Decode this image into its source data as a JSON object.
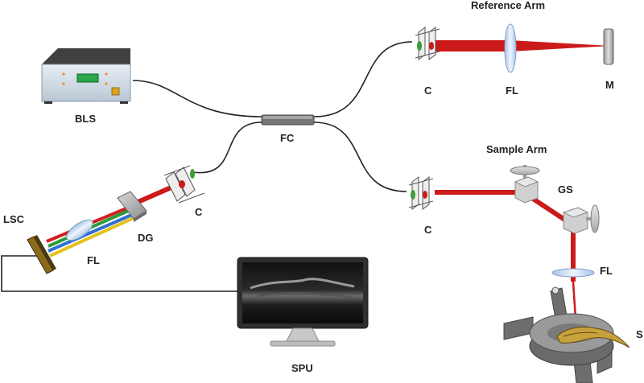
{
  "labels": {
    "reference_arm": "Reference Arm",
    "sample_arm": "Sample Arm",
    "bls": "BLS",
    "fc": "FC",
    "c_ref": "C",
    "fl_ref": "FL",
    "m": "M",
    "c_sample": "C",
    "gs": "GS",
    "fl_sample": "FL",
    "s": "S",
    "c_spec": "C",
    "dg": "DG",
    "fl_spec": "FL",
    "lsc": "LSC",
    "spu": "SPU"
  },
  "colors": {
    "beam": "#cc1a1a",
    "fiber": "#222222",
    "device_body": "#dde6ee",
    "device_top": "#3c3c3c",
    "lens": "#cfe0f5",
    "monitor": "#2f2f2f",
    "rainbow": [
      "#d02020",
      "#2a9b3a",
      "#2f6fd0",
      "#e3c21c"
    ]
  },
  "icons": {
    "bls": "broadband-light-source-icon",
    "fc": "fiber-coupler-icon",
    "collimator": "collimator-icon",
    "lens": "focusing-lens-icon",
    "mirror": "mirror-icon",
    "scanner": "galvo-scanner-icon",
    "grating": "diffraction-grating-icon",
    "camera": "line-scan-camera-icon",
    "monitor": "monitor-icon",
    "stage": "sample-stage-icon"
  }
}
